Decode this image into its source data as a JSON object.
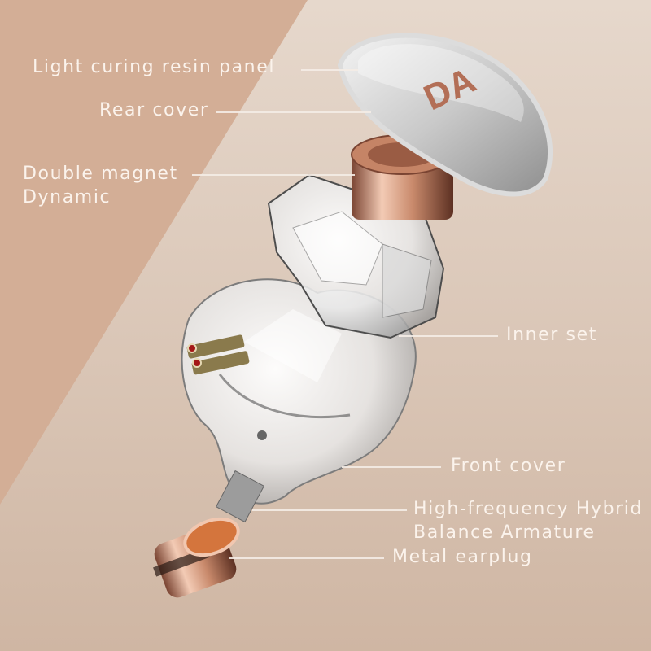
{
  "image": {
    "subject": "exploded view of in-ear monitor earphone",
    "colors": {
      "background_light": "#e6d8cc",
      "background_dark": "#cfb6a3",
      "diagonal_panel": "#d3ae96",
      "label_text": "#fbf3ec",
      "rose_gold": "#c98a6c",
      "logo_color": "#b36f57"
    },
    "logo_text": "DA"
  },
  "labels": [
    {
      "id": "light-curing-resin-panel",
      "text": "Light curing resin panel"
    },
    {
      "id": "rear-cover",
      "text": "Rear cover"
    },
    {
      "id": "double-magnet-dynamic",
      "line1": "Double magnet",
      "line2": "Dynamic"
    },
    {
      "id": "inner-set",
      "text": "Inner set"
    },
    {
      "id": "front-cover",
      "text": "Front cover"
    },
    {
      "id": "high-frequency-hybrid",
      "line1": "High-frequency Hybrid",
      "line2": "Balance Armature"
    },
    {
      "id": "metal-earplug",
      "text": "Metal earplug"
    }
  ]
}
